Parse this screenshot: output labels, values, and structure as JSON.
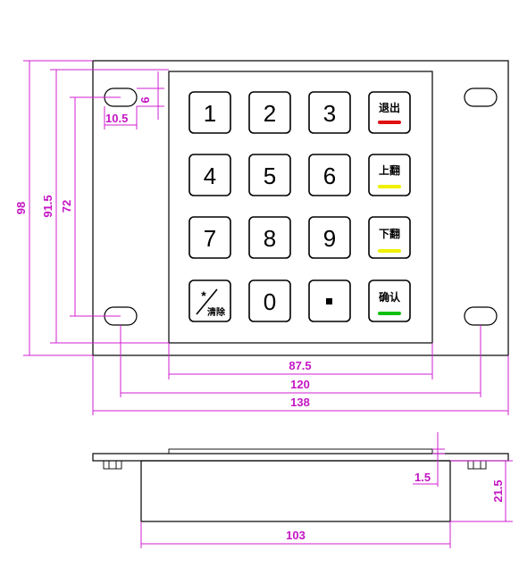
{
  "drawing": {
    "colors": {
      "dimension": "#c415c4",
      "outline": "#000000",
      "indicator_red": "#e01010",
      "indicator_yellow": "#f0f000",
      "indicator_green": "#10c010"
    },
    "dimensions": {
      "height_overall": "98",
      "height_panel": "91.5",
      "height_holes": "72",
      "hole_offset_x": "10.5",
      "hole_height": "6",
      "width_keypad": "87.5",
      "width_holes": "120",
      "width_overall": "138",
      "thickness_plate": "1.5",
      "depth_body": "21.5",
      "width_body": "103"
    },
    "keys": {
      "k1": "1",
      "k2": "2",
      "k3": "3",
      "k4": "4",
      "k5": "5",
      "k6": "6",
      "k7": "7",
      "k8": "8",
      "k9": "9",
      "k0": "0",
      "exit": "退出",
      "page_up": "上翻",
      "page_down": "下翻",
      "confirm": "确认",
      "clear_symbol": "*",
      "clear_label": "清除",
      "dot": "."
    }
  }
}
